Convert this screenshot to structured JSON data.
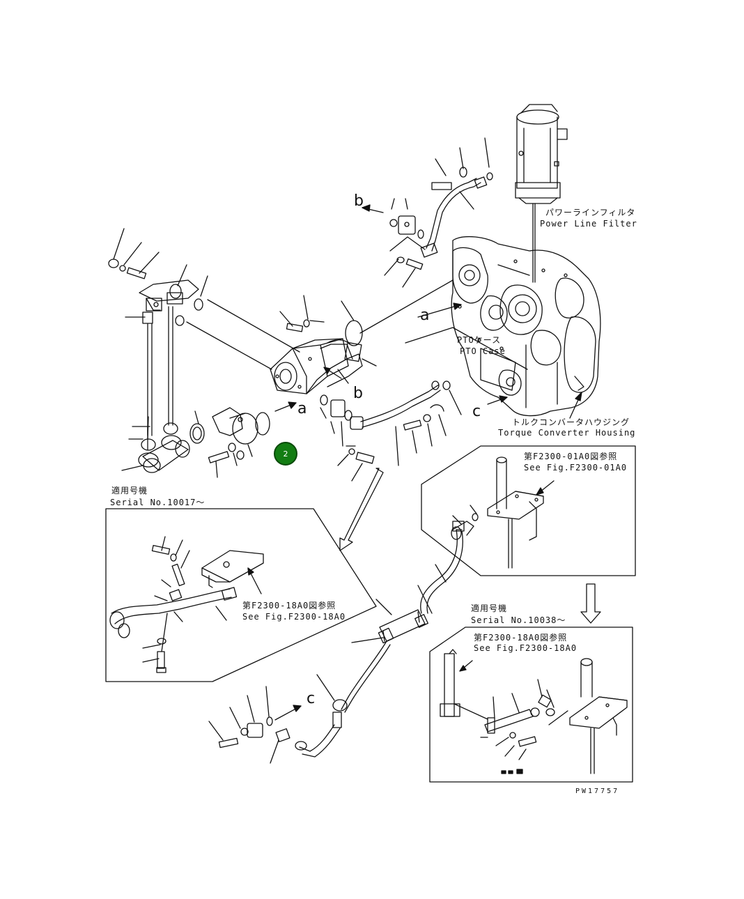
{
  "labels": {
    "power_line_filter_jp": "パワーラインフィルタ",
    "power_line_filter_en": "Power Line Filter",
    "pto_case_jp": "PTOケース",
    "pto_case_en": "PTO Case",
    "torque_converter_jp": "トルクコンバータハウジング",
    "torque_converter_en": "Torque Converter Housing",
    "serial_jp_1": "適用号機",
    "serial_1": "Serial No.10017～",
    "serial_jp_2": "適用号機",
    "serial_2": "Serial No.10038～",
    "ref_1800_jp_a": "第F2300-18A0図参照",
    "ref_1800_en_a": "See Fig.F2300-18A0",
    "ref_0100_jp": "第F2300-01A0図参照",
    "ref_0100_en": "See Fig.F2300-01A0",
    "ref_1800_jp_b": "第F2300-18A0図参照",
    "ref_1800_en_b": "See Fig.F2300-18A0",
    "drawing_no": "PW17757"
  },
  "connection_letters": {
    "a_top": "a",
    "a_mid": "a",
    "b_top": "b",
    "b_mid": "b",
    "c_mid": "c",
    "c_bottom": "c"
  },
  "marker": {
    "label": "2",
    "color": "#137d13"
  }
}
